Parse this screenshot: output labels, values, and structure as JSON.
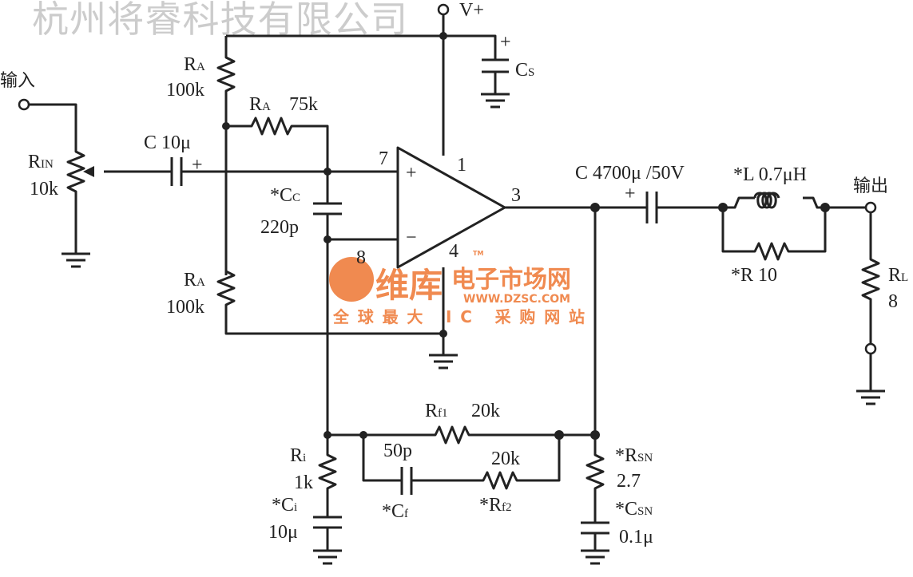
{
  "labels": {
    "vplus": "V+",
    "input": "输入",
    "output": "输出",
    "rin": "R",
    "rin_sub": "IN",
    "rin_val": "10k",
    "ra_top": "R",
    "ra_sub": "A",
    "ra_top_val": "100k",
    "ra_mid": "R",
    "ra_mid_val": "75k",
    "ra_bot_val": "100k",
    "cin": "C  10μ",
    "cc": "*C",
    "cc_sub": "C",
    "cc_val": "220p",
    "cs": "C",
    "cs_sub": "S",
    "pin7": "7",
    "pin1": "1",
    "pin3": "3",
    "pin8": "8",
    "pin4": "4",
    "plus": "+",
    "minus": "−",
    "cout": "C  4700μ /50V",
    "l": "*L  0.7μH",
    "r10": "*R  10",
    "rl": "R",
    "rl_sub": "L",
    "rl_val": "8",
    "rf1": "R",
    "rf1_sub": "f1",
    "rf1_val": "20k",
    "cf_val": "50p",
    "cf": "*C",
    "cf_sub": "f",
    "rf2_val": "20k",
    "rf2": "*R",
    "rf2_sub": "f2",
    "ri": "R",
    "ri_sub": "i",
    "ri_val": "1k",
    "ci": "*C",
    "ci_sub": "i",
    "ci_val": "10μ",
    "rsn": "*R",
    "rsn_sub": "SN",
    "rsn_val": "2.7",
    "csn": "*C",
    "csn_sub": "SN",
    "csn_val": "0.1μ"
  },
  "watermark": {
    "company": "杭州将睿科技有限公司",
    "brand": "维库",
    "brand2": "电子市场网",
    "url": "WWW.DZSC.COM",
    "slogan": "全球最大 IC 采购网站",
    "tm": "TM"
  }
}
